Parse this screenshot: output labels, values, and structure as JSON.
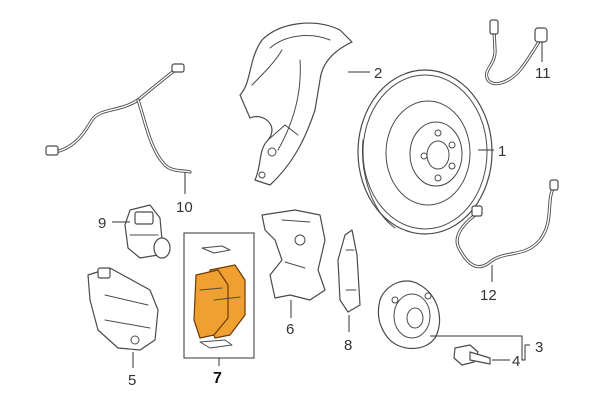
{
  "callouts": {
    "disc": "1",
    "dust_shield": "2",
    "bolt_set": "3",
    "wheel_bolt": "4",
    "caliper_housing": "5",
    "caliper_carrier": "6",
    "brake_pad_set": "7",
    "spring_clip": "8",
    "brake_actuator": "9",
    "wear_sensor_left": "10",
    "wear_sensor_top": "11",
    "wear_sensor_right": "12"
  },
  "colors": {
    "pad_fill": "#f0a030",
    "pad_stroke": "#6b3b08",
    "line": "#4a4a4a"
  }
}
